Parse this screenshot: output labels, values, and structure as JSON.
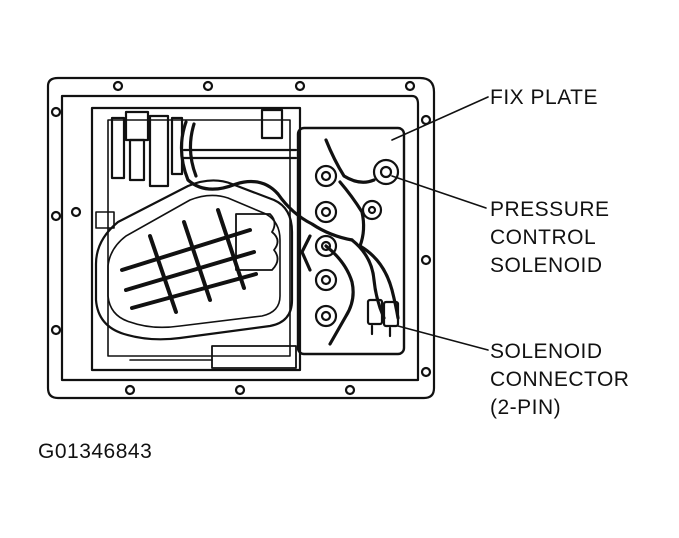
{
  "labels": {
    "fix_plate": [
      "FIX PLATE"
    ],
    "pressure_control_solenoid": [
      "PRESSURE",
      "CONTROL",
      "SOLENOID"
    ],
    "solenoid_connector": [
      "SOLENOID",
      "CONNECTOR",
      "(2-PIN)"
    ]
  },
  "figure_id": "G01346843"
}
